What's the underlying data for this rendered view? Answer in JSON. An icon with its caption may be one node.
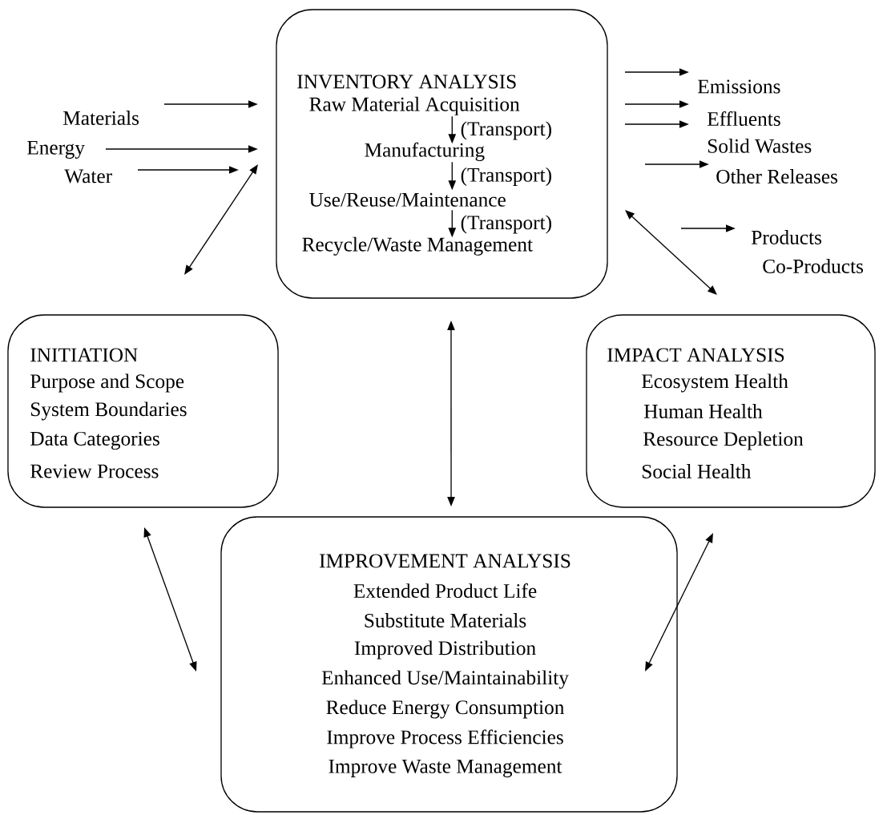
{
  "diagram": {
    "nodes": [
      {
        "text": [
          "INVENTORY ANALYSIS"
        ]
      },
      {
        "text": [
          "Raw Material Acquisition"
        ],
        "in": 0
      },
      {
        "text": [
          "Manufacturing"
        ],
        "in": 0
      },
      {
        "text": [
          "Use/Reuse/Maintenance"
        ],
        "in": 0
      },
      {
        "text": [
          "Recycle/Waste Management"
        ],
        "in": 0
      },
      {
        "text": [
          "Materials"
        ]
      },
      {
        "text": [
          "Energy"
        ]
      },
      {
        "text": [
          "Water"
        ]
      },
      {
        "text": [
          "Emissions"
        ]
      },
      {
        "text": [
          "Effluents"
        ]
      },
      {
        "text": [
          "Solid Wastes"
        ]
      },
      {
        "text": [
          "Other Releases"
        ]
      },
      {
        "text": [
          "Products",
          "Co-Products"
        ]
      },
      {
        "text": [
          "INITIATION",
          "Purpose and Scope",
          "System Boundaries",
          "Data Categories",
          "Review Process"
        ]
      },
      {
        "text": [
          "IMPACT ANALYSIS",
          "Ecosystem Health",
          "Human Health",
          "Resource Depletion",
          "Social Health"
        ]
      },
      {
        "text": [
          "IMPROVEMENT ANALYSIS",
          "Extended Product Life",
          "Substitute Materials",
          "Improved Distribution",
          "Enhanced Use/Maintainability",
          "Reduce Energy Consumption",
          "Improve Process Efficiencies",
          "Improve Waste Management"
        ]
      }
    ],
    "edges": [
      {
        "from": 5,
        "to": 0,
        "arrow": "to"
      },
      {
        "from": 6,
        "to": 0,
        "arrow": "to"
      },
      {
        "from": 7,
        "to": 0,
        "arrow": "to"
      },
      {
        "from": 1,
        "to": 2,
        "arrow": "to",
        "label": "(Transport)"
      },
      {
        "from": 2,
        "to": 3,
        "arrow": "to",
        "label": "(Transport)"
      },
      {
        "from": 3,
        "to": 4,
        "arrow": "to",
        "label": "(Transport)"
      },
      {
        "from": 0,
        "to": 8,
        "arrow": "to"
      },
      {
        "from": 0,
        "to": 8,
        "arrow": "to"
      },
      {
        "from": 0,
        "to": 9,
        "arrow": "to"
      },
      {
        "from": 0,
        "to": 11,
        "arrow": "to"
      },
      {
        "from": null,
        "to": 12,
        "arrow": "to"
      },
      {
        "from": 0,
        "to": 13,
        "arrow": "both"
      },
      {
        "from": 0,
        "to": 14,
        "arrow": "both"
      },
      {
        "from": 0,
        "to": 15,
        "arrow": "both"
      },
      {
        "from": 13,
        "to": 15,
        "arrow": "both"
      },
      {
        "from": 14,
        "to": 15,
        "arrow": "both"
      }
    ]
  }
}
